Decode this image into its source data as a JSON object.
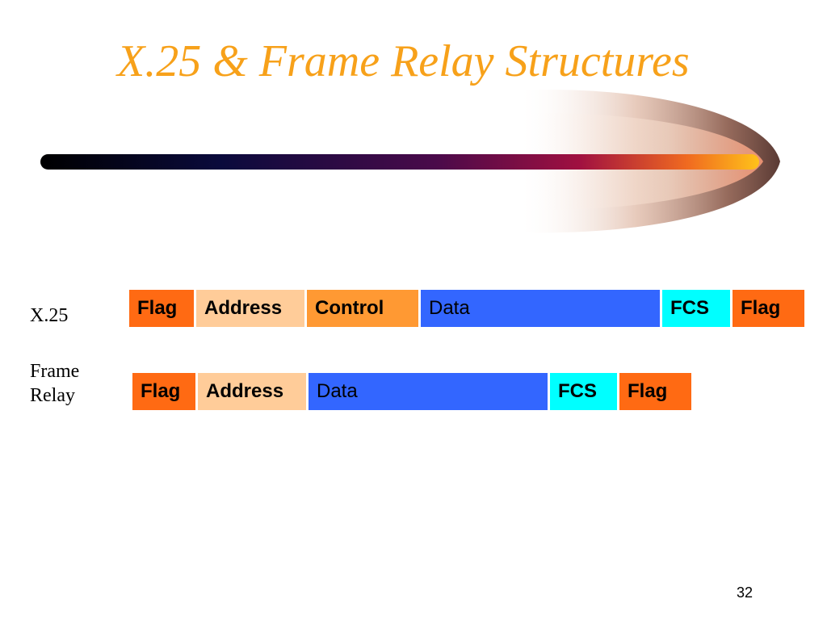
{
  "slide": {
    "title": "X.25 & Frame Relay Structures",
    "page_number": "32"
  },
  "colors": {
    "title": "#f7a11a",
    "flag": "#ff6a13",
    "address": "#ffcc99",
    "control": "#ff9933",
    "data": "#3366ff",
    "fcs": "#00ffff"
  },
  "rows": {
    "x25": {
      "label": "X.25",
      "fields": [
        {
          "label": "Flag",
          "type": "flag"
        },
        {
          "label": "Address",
          "type": "address"
        },
        {
          "label": "Control",
          "type": "control"
        },
        {
          "label": "Data",
          "type": "data"
        },
        {
          "label": "FCS",
          "type": "fcs"
        },
        {
          "label": "Flag",
          "type": "flag"
        }
      ]
    },
    "frame_relay": {
      "label": "Frame Relay",
      "fields": [
        {
          "label": "Flag",
          "type": "flag"
        },
        {
          "label": "Address",
          "type": "address"
        },
        {
          "label": "Data",
          "type": "data"
        },
        {
          "label": "FCS",
          "type": "fcs"
        },
        {
          "label": "Flag",
          "type": "flag"
        }
      ]
    }
  }
}
